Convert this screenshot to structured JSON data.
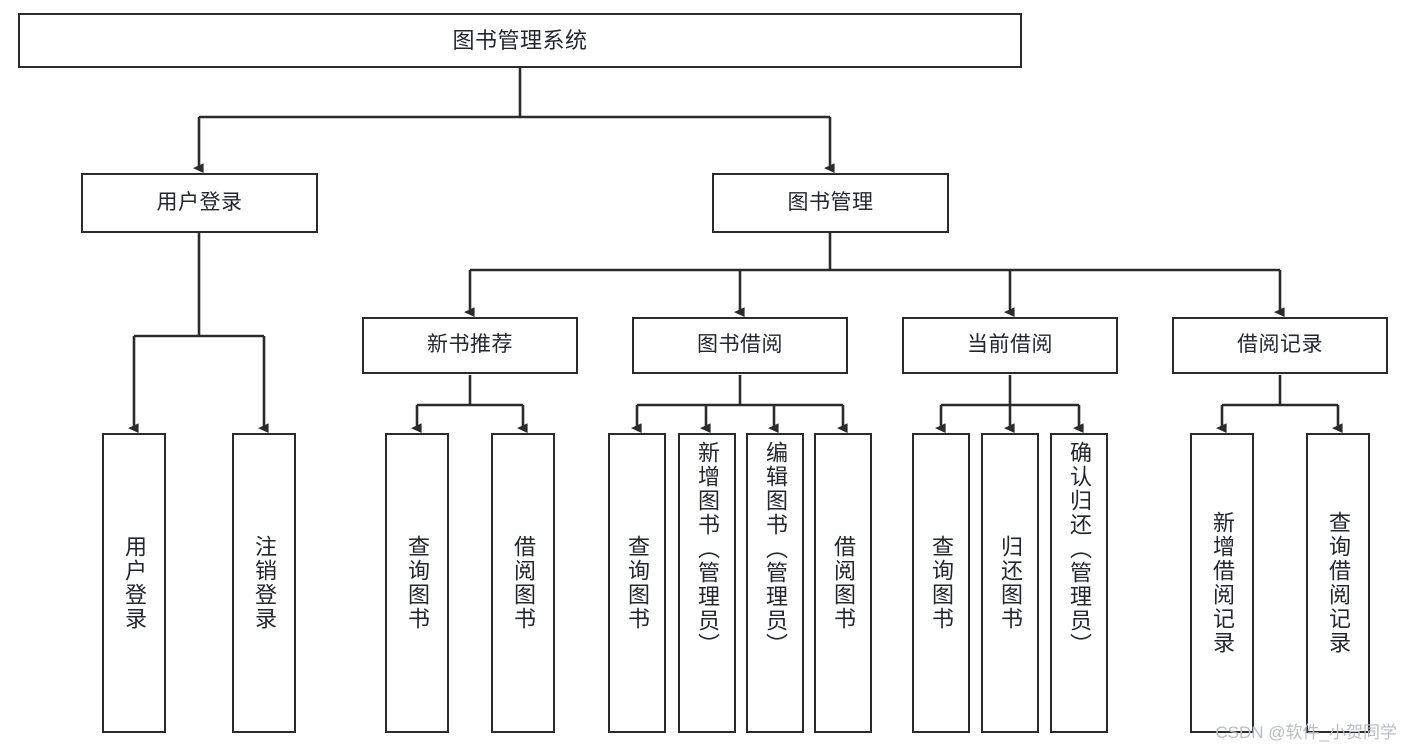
{
  "diagram": {
    "title": "图书管理系统",
    "type": "tree",
    "stroke_color": "#2b2b2b",
    "text_color": "#23272b",
    "background": "#ffffff",
    "watermark": "CSDN @软件_小贺同学",
    "nodes": {
      "root": {
        "label": "图书管理系统"
      },
      "level2": [
        {
          "id": "user-login",
          "label": "用户登录"
        },
        {
          "id": "book-manage",
          "label": "图书管理"
        }
      ],
      "level3": [
        {
          "id": "new-book-recommend",
          "label": "新书推荐"
        },
        {
          "id": "book-borrow",
          "label": "图书借阅"
        },
        {
          "id": "current-borrow",
          "label": "当前借阅"
        },
        {
          "id": "borrow-record",
          "label": "借阅记录"
        }
      ],
      "leaves": {
        "user-login": [
          {
            "id": "leaf-user-login",
            "label": "用户登录",
            "align": "center"
          },
          {
            "id": "leaf-user-logout",
            "label": "注销登录",
            "align": "center"
          }
        ],
        "new-book-recommend": [
          {
            "id": "leaf-query-book-1",
            "label": "查询图书",
            "align": "center"
          },
          {
            "id": "leaf-borrow-book-1",
            "label": "借阅图书",
            "align": "center"
          }
        ],
        "book-borrow": [
          {
            "id": "leaf-query-book-2",
            "label": "查询图书",
            "align": "center"
          },
          {
            "id": "leaf-add-book",
            "label": "新增图书（管理员）",
            "align": "top"
          },
          {
            "id": "leaf-edit-book",
            "label": "编辑图书（管理员）",
            "align": "top"
          },
          {
            "id": "leaf-borrow-book-2",
            "label": "借阅图书",
            "align": "center"
          }
        ],
        "current-borrow": [
          {
            "id": "leaf-query-book-3",
            "label": "查询图书",
            "align": "center"
          },
          {
            "id": "leaf-return-book",
            "label": "归还图书",
            "align": "center"
          },
          {
            "id": "leaf-confirm-return",
            "label": "确认归还（管理员）",
            "align": "top"
          }
        ],
        "borrow-record": [
          {
            "id": "leaf-add-record",
            "label": "新增借阅记录",
            "align": "center"
          },
          {
            "id": "leaf-query-record",
            "label": "查询借阅记录",
            "align": "center"
          }
        ]
      }
    }
  }
}
